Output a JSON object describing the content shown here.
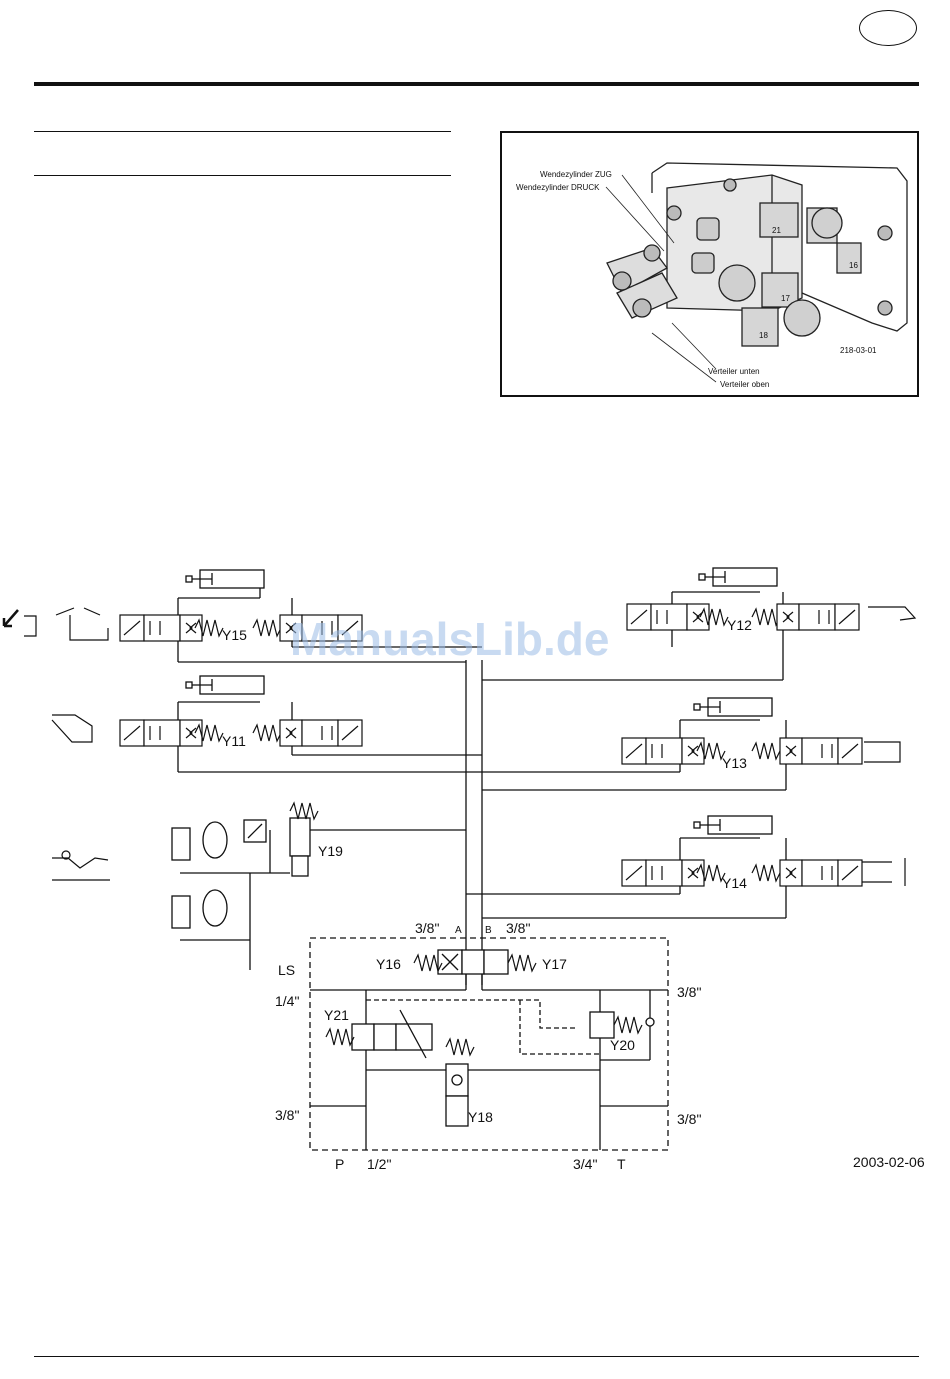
{
  "header": {
    "language_badge": ""
  },
  "photo": {
    "callouts": {
      "zug": "Wendezylinder ZUG",
      "druck": "Wendezylinder DRUCK",
      "unten": "Verteiler unten",
      "oben": "Verteiler oben"
    },
    "part_numbers": [
      "21",
      "16",
      "17",
      "18"
    ],
    "image_code": "218-03-01"
  },
  "watermark": "ManualsLib.de",
  "schematic": {
    "valves": [
      "Y15",
      "Y11",
      "Y12",
      "Y13",
      "Y14",
      "Y19",
      "Y16",
      "Y17",
      "Y21",
      "Y20",
      "Y18"
    ],
    "ports": {
      "a": "A",
      "b": "B",
      "ls": "LS",
      "p": "P",
      "t": "T"
    },
    "sizes": {
      "a": "3/8\"",
      "b": "3/8\"",
      "ls_size": "1/4\"",
      "right_top": "3/8\"",
      "left_mid": "3/8\"",
      "right_mid": "3/8\"",
      "p_size": "1/2\"",
      "t_size": "3/4\""
    },
    "date_code": "2003-02-06"
  }
}
